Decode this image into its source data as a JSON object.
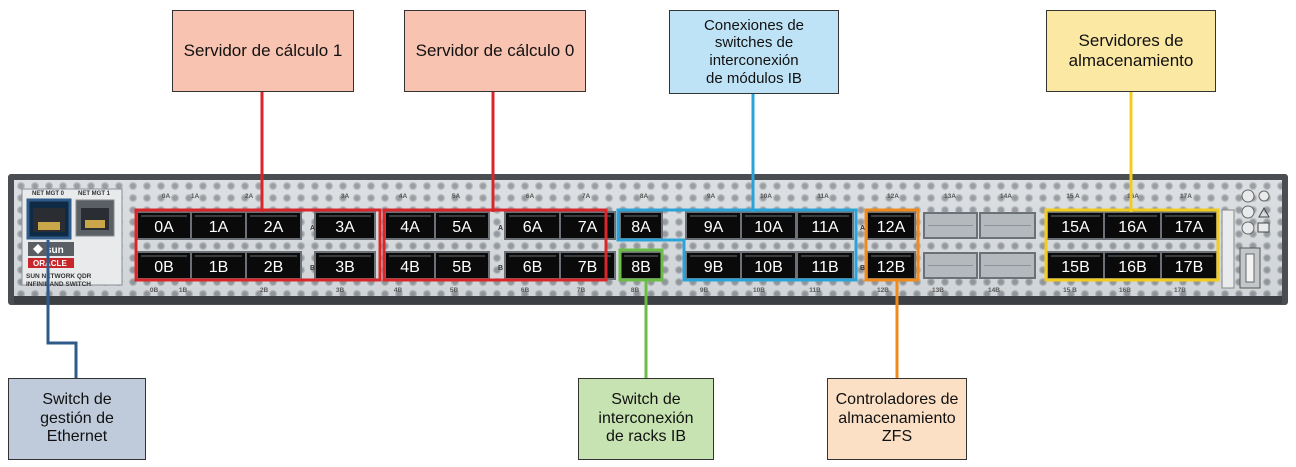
{
  "callouts": {
    "compute1": "Servidor de cálculo 1",
    "compute0": "Servidor de cálculo 0",
    "ib_module": "Conexiones de\nswitches de interconexión\nde módulos IB",
    "storage_servers": "Servidores de\nalmacenamiento",
    "mgmt_switch": "Switch de\ngestión de\nEthernet",
    "rack_switch": "Switch de\ninterconexión\nde racks IB",
    "zfs": "Controladores de\nalmacenamiento\nZFS"
  },
  "switch": {
    "net_mgt0": "NET MGT 0",
    "net_mgt1": "NET MGT 1",
    "brand_line1": "SUN NETWORK QDR",
    "brand_line2": "INFINIBAND SWITCH",
    "logo_sun": "sun",
    "logo_oracle": "ORACLE",
    "top_row_ports": [
      "0A",
      "1A",
      "2A",
      "3A",
      "4A",
      "5A",
      "6A",
      "7A",
      "8A",
      "9A",
      "10A",
      "11A",
      "12A",
      "15A",
      "16A",
      "17A"
    ],
    "bottom_row_ports": [
      "0B",
      "1B",
      "2B",
      "3B",
      "4B",
      "5B",
      "6B",
      "7B",
      "8B",
      "9B",
      "10B",
      "11B",
      "12B",
      "15B",
      "16B",
      "17B"
    ],
    "top_small_labels": [
      "0A",
      "1A",
      "2A",
      "3A",
      "4A",
      "5A",
      "6A",
      "7A",
      "8A",
      "9A",
      "10A",
      "11A",
      "12A",
      "13A",
      "14A",
      "15 A",
      "16A",
      "17A"
    ],
    "bottom_small_labels": [
      "0B",
      "1B",
      "2B",
      "3B",
      "4B",
      "5B",
      "6B",
      "7B",
      "8B",
      "9B",
      "10B",
      "11B",
      "12B",
      "13B",
      "14B",
      "15 B",
      "16B",
      "17B"
    ],
    "side_letter_a": "A",
    "side_letter_b": "B"
  },
  "colors": {
    "compute": "#d9262b",
    "ib_module": "#2aa3d8",
    "storage": "#f2cc1e",
    "mgmt": "#2e5b8a",
    "rack": "#6bbd45",
    "zfs": "#ef8a1c",
    "chassis": "#d4d7da",
    "port_black": "#0a0a0a"
  }
}
